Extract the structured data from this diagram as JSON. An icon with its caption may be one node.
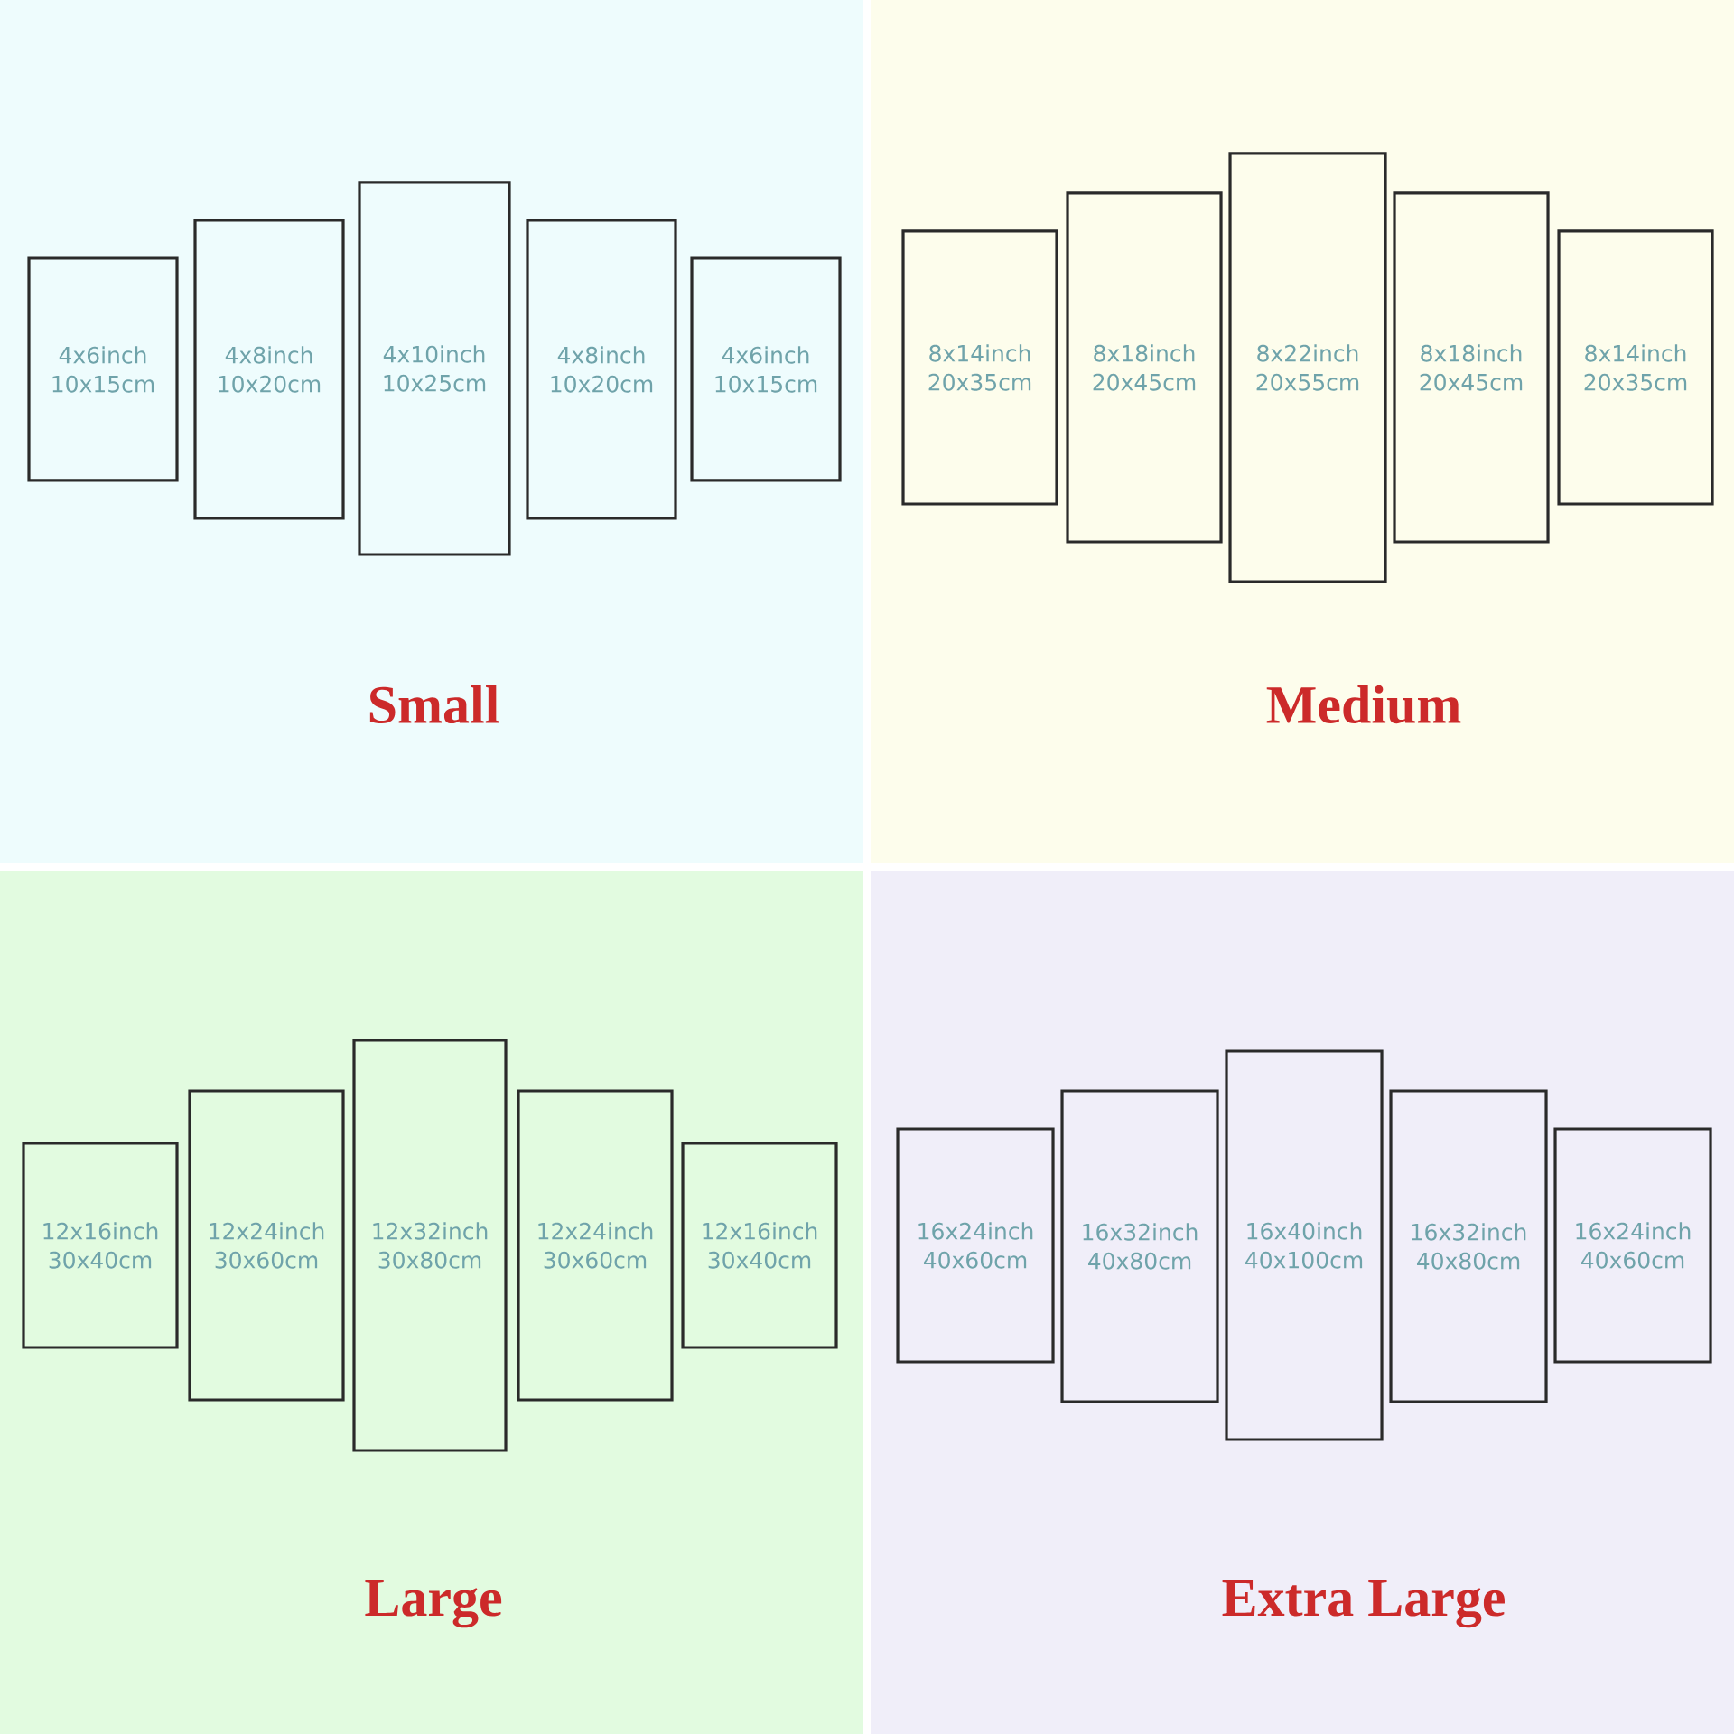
{
  "diagram": {
    "nodes": [
      {
        "text": [
          "Small"
        ]
      },
      {
        "text": [
          "4x6inch",
          "10x15cm"
        ],
        "in": 0
      },
      {
        "text": [
          "4x8inch",
          "10x20cm"
        ],
        "in": 0
      },
      {
        "text": [
          "4x10inch",
          "10x25cm"
        ],
        "in": 0
      },
      {
        "text": [
          "4x8inch",
          "10x20cm"
        ],
        "in": 0
      },
      {
        "text": [
          "4x6inch",
          "10x15cm"
        ],
        "in": 0
      },
      {
        "text": [
          "Medium"
        ]
      },
      {
        "text": [
          "8x14inch",
          "20x35cm"
        ],
        "in": 6
      },
      {
        "text": [
          "8x18inch",
          "20x45cm"
        ],
        "in": 6
      },
      {
        "text": [
          "8x22inch",
          "20x55cm"
        ],
        "in": 6
      },
      {
        "text": [
          "8x18inch",
          "20x45cm"
        ],
        "in": 6
      },
      {
        "text": [
          "8x14inch",
          "20x35cm"
        ],
        "in": 6
      },
      {
        "text": [
          "Large"
        ]
      },
      {
        "text": [
          "12x16inch",
          "30x40cm"
        ],
        "in": 12
      },
      {
        "text": [
          "12x24inch",
          "30x60cm"
        ],
        "in": 12
      },
      {
        "text": [
          "12x32inch",
          "30x80cm"
        ],
        "in": 12
      },
      {
        "text": [
          "12x24inch",
          "30x60cm"
        ],
        "in": 12
      },
      {
        "text": [
          "12x16inch",
          "30x40cm"
        ],
        "in": 12
      },
      {
        "text": [
          "Extra Large"
        ]
      },
      {
        "text": [
          "16x24inch",
          "40x60cm"
        ],
        "in": 18
      },
      {
        "text": [
          "16x32inch",
          "40x80cm"
        ],
        "in": 18
      },
      {
        "text": [
          "16x40inch",
          "40x100cm"
        ],
        "in": 18
      },
      {
        "text": [
          "16x32inch",
          "40x80cm"
        ],
        "in": 18
      },
      {
        "text": [
          "16x24inch",
          "40x60cm"
        ],
        "in": 18
      }
    ]
  }
}
